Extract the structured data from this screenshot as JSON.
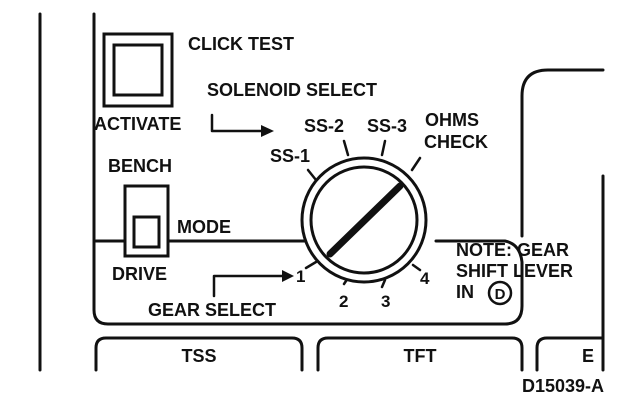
{
  "labels": {
    "click_test": "CLICK TEST",
    "activate": "ACTIVATE",
    "solenoid_select": "SOLENOID SELECT",
    "bench": "BENCH",
    "mode": "MODE",
    "drive": "DRIVE",
    "gear_select": "GEAR SELECT",
    "ss1": "SS-1",
    "ss2": "SS-2",
    "ss3": "SS-3",
    "ohms": "OHMS",
    "check": "CHECK",
    "gear_1": "1",
    "gear_2": "2",
    "gear_3": "3",
    "gear_4": "4",
    "note_line1": "NOTE: GEAR",
    "note_line2": "SHIFT LEVER",
    "note_line3": "IN",
    "note_symbol": "D",
    "tss": "TSS",
    "tft": "TFT",
    "e": "E",
    "figure_id": "D15039-A"
  },
  "colors": {
    "ink": "#111111",
    "paper": "#ffffff"
  }
}
